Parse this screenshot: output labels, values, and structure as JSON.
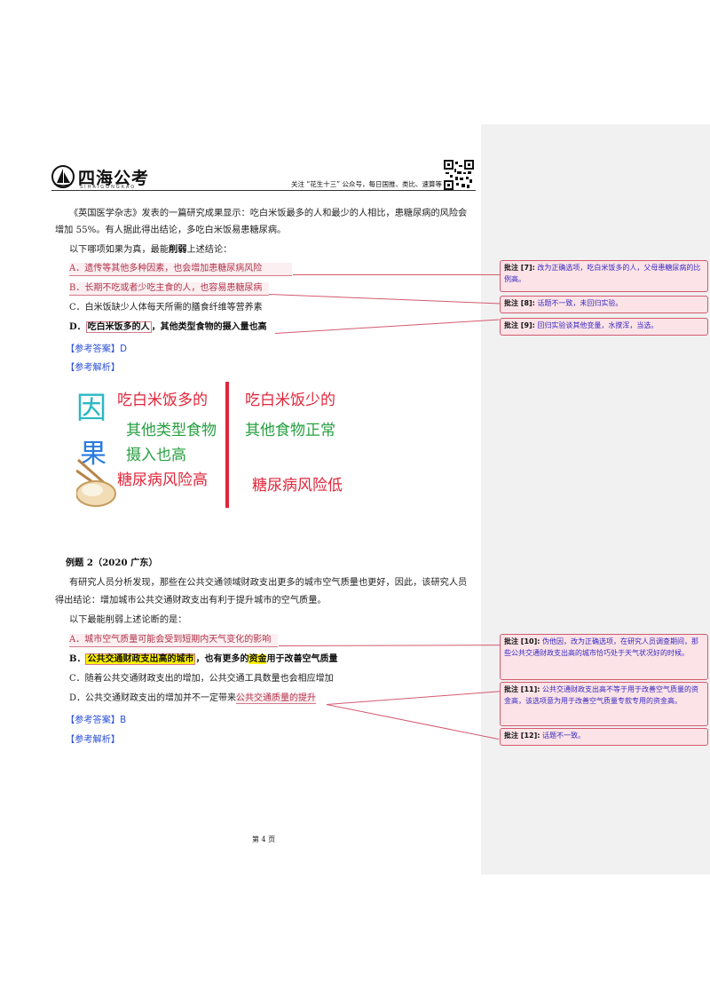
{
  "header": {
    "logo_text": "四海公考",
    "logo_sub": "SIHAIGONGKAO",
    "right_text": "关注 “花生十三” 公众号，每日国推、类比、速算等"
  },
  "q1": {
    "stem_line1": "《英国医学杂志》发表的一篇研究成果显示：吃白米饭最多的人和最少的人相比，患糖尿病的风险会",
    "stem_line2": "增加 55%。有人据此得出结论，多吃白米饭易患糖尿病。",
    "question_pre": "以下哪项如果为真，最能",
    "question_bold": "削弱",
    "question_post": "上述结论：",
    "options": [
      "A．遗传等其他多种因素，也会增加患糖尿病风险",
      "B．长期不吃或者少吃主食的人，也容易患糖尿病",
      "C．白米饭缺少人体每天所需的膳食纤维等营养素"
    ],
    "option_d_label": "D．",
    "option_d_boxed": "吃白米饭多的人",
    "option_d_rest": "，其他类型食物的摄入量也高",
    "answer": "【参考答案】D",
    "analysis": "【参考解析】"
  },
  "figure": {
    "yin": "因",
    "guo": "果",
    "left_lines": [
      "吃白米饭多的",
      "其他类型食物",
      "摄入也高",
      "糖尿病风险高"
    ],
    "right_lines": [
      "吃白米饭少的",
      "其他食物正常",
      "糖尿病风险低"
    ]
  },
  "q2": {
    "title": "例题 2（2020 广东）",
    "stem_line1": "有研究人员分析发现，那些在公共交通领域财政支出更多的城市空气质量也更好，因此，该研究人员",
    "stem_line2": "得出结论：增加城市公共交通财政支出有利于提升城市的空气质量。",
    "question": "以下最能削弱上述论断的是：",
    "option_a": "A．城市空气质量可能会受到短期内天气变化的影响",
    "option_b_label": "B．",
    "option_b_hl1": "公共交通财政支出高的城市",
    "option_b_mid": "，也有更多的",
    "option_b_hl2": "资金",
    "option_b_rest": "用于改善空气质量",
    "option_c": "C．随着公共交通财政支出的增加，公共交通工具数量也会相应增加",
    "option_d_pre": "D．公共交通财政支出的增加并不一定带来",
    "option_d_marked": "公共交通质量的提升",
    "answer": "【参考答案】B",
    "analysis": "【参考解析】"
  },
  "comments": [
    {
      "label": "批注 [7]:",
      "text": "改为正确选项，吃白米饭多的人，父母患糖尿病的比例高。"
    },
    {
      "label": "批注 [8]:",
      "text": "话题不一致，未回归实验。"
    },
    {
      "label": "批注 [9]:",
      "text": "回归实验谈其他变量，水搅浑，当选。"
    },
    {
      "label": "批注 [10]:",
      "text": "伪他因，改为正确选项，在研究人员调查期间，那些公共交通财政支出高的城市恰巧处于天气状况好的时候。"
    },
    {
      "label": "批注 [11]:",
      "text": "公共交通财政支出高不等于用于改善空气质量的资金高，该选项意为用于改善空气质量专款专用的资金高。"
    },
    {
      "label": "批注 [12]:",
      "text": "话题不一致。"
    }
  ],
  "footer": {
    "page": "第 4 页"
  },
  "colors": {
    "comment_border": "#d35a70",
    "comment_bg": "#fbe3e7",
    "comment_text": "#3a28c2",
    "answer_blue": "#2a4fd8",
    "fig_red": "#e0263a",
    "fig_green": "#27a041",
    "highlight": "#fff200"
  }
}
